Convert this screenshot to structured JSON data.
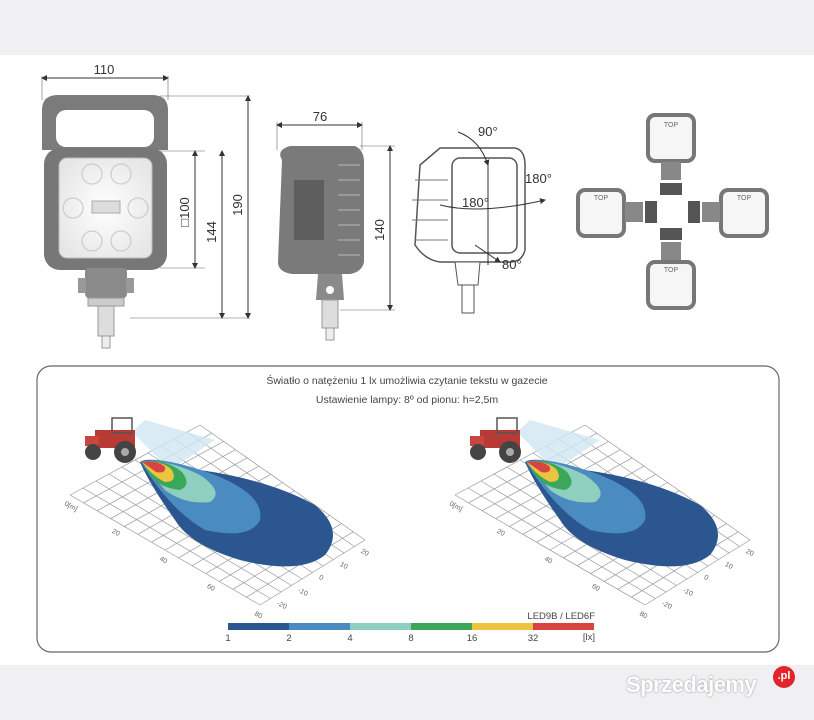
{
  "dimensions": {
    "front_width": "110",
    "front_square": "□100",
    "front_body_height": "144",
    "front_total_height": "190",
    "side_depth": "76",
    "side_height": "140"
  },
  "rotation": {
    "top": "90°",
    "center": "180°",
    "right": "180°",
    "bottom": "80°"
  },
  "mount_label": "TOP",
  "beam_panel": {
    "caption_line1": "Światło o natężeniu 1 lx umożliwia czytanie tekstu w gazecie",
    "caption_line2": "Ustawienie lampy: 8º od pionu: h=2,5m",
    "distance_ticks": [
      "0[m]",
      "20",
      "40",
      "60",
      "80"
    ],
    "lateral_ticks": [
      "20",
      "10",
      "0",
      "-10",
      "-20"
    ],
    "model_label": "LED9B / LED6F",
    "legend": {
      "ticks": [
        "1",
        "2",
        "4",
        "8",
        "16",
        "32"
      ],
      "unit": "[lx]",
      "colors": [
        "#2b5690",
        "#4a8cc0",
        "#8fcfc0",
        "#3aa75a",
        "#ebc440",
        "#d94443"
      ]
    }
  },
  "watermark": {
    "text": "Sprzedajemy",
    "suffix": ".pl"
  }
}
